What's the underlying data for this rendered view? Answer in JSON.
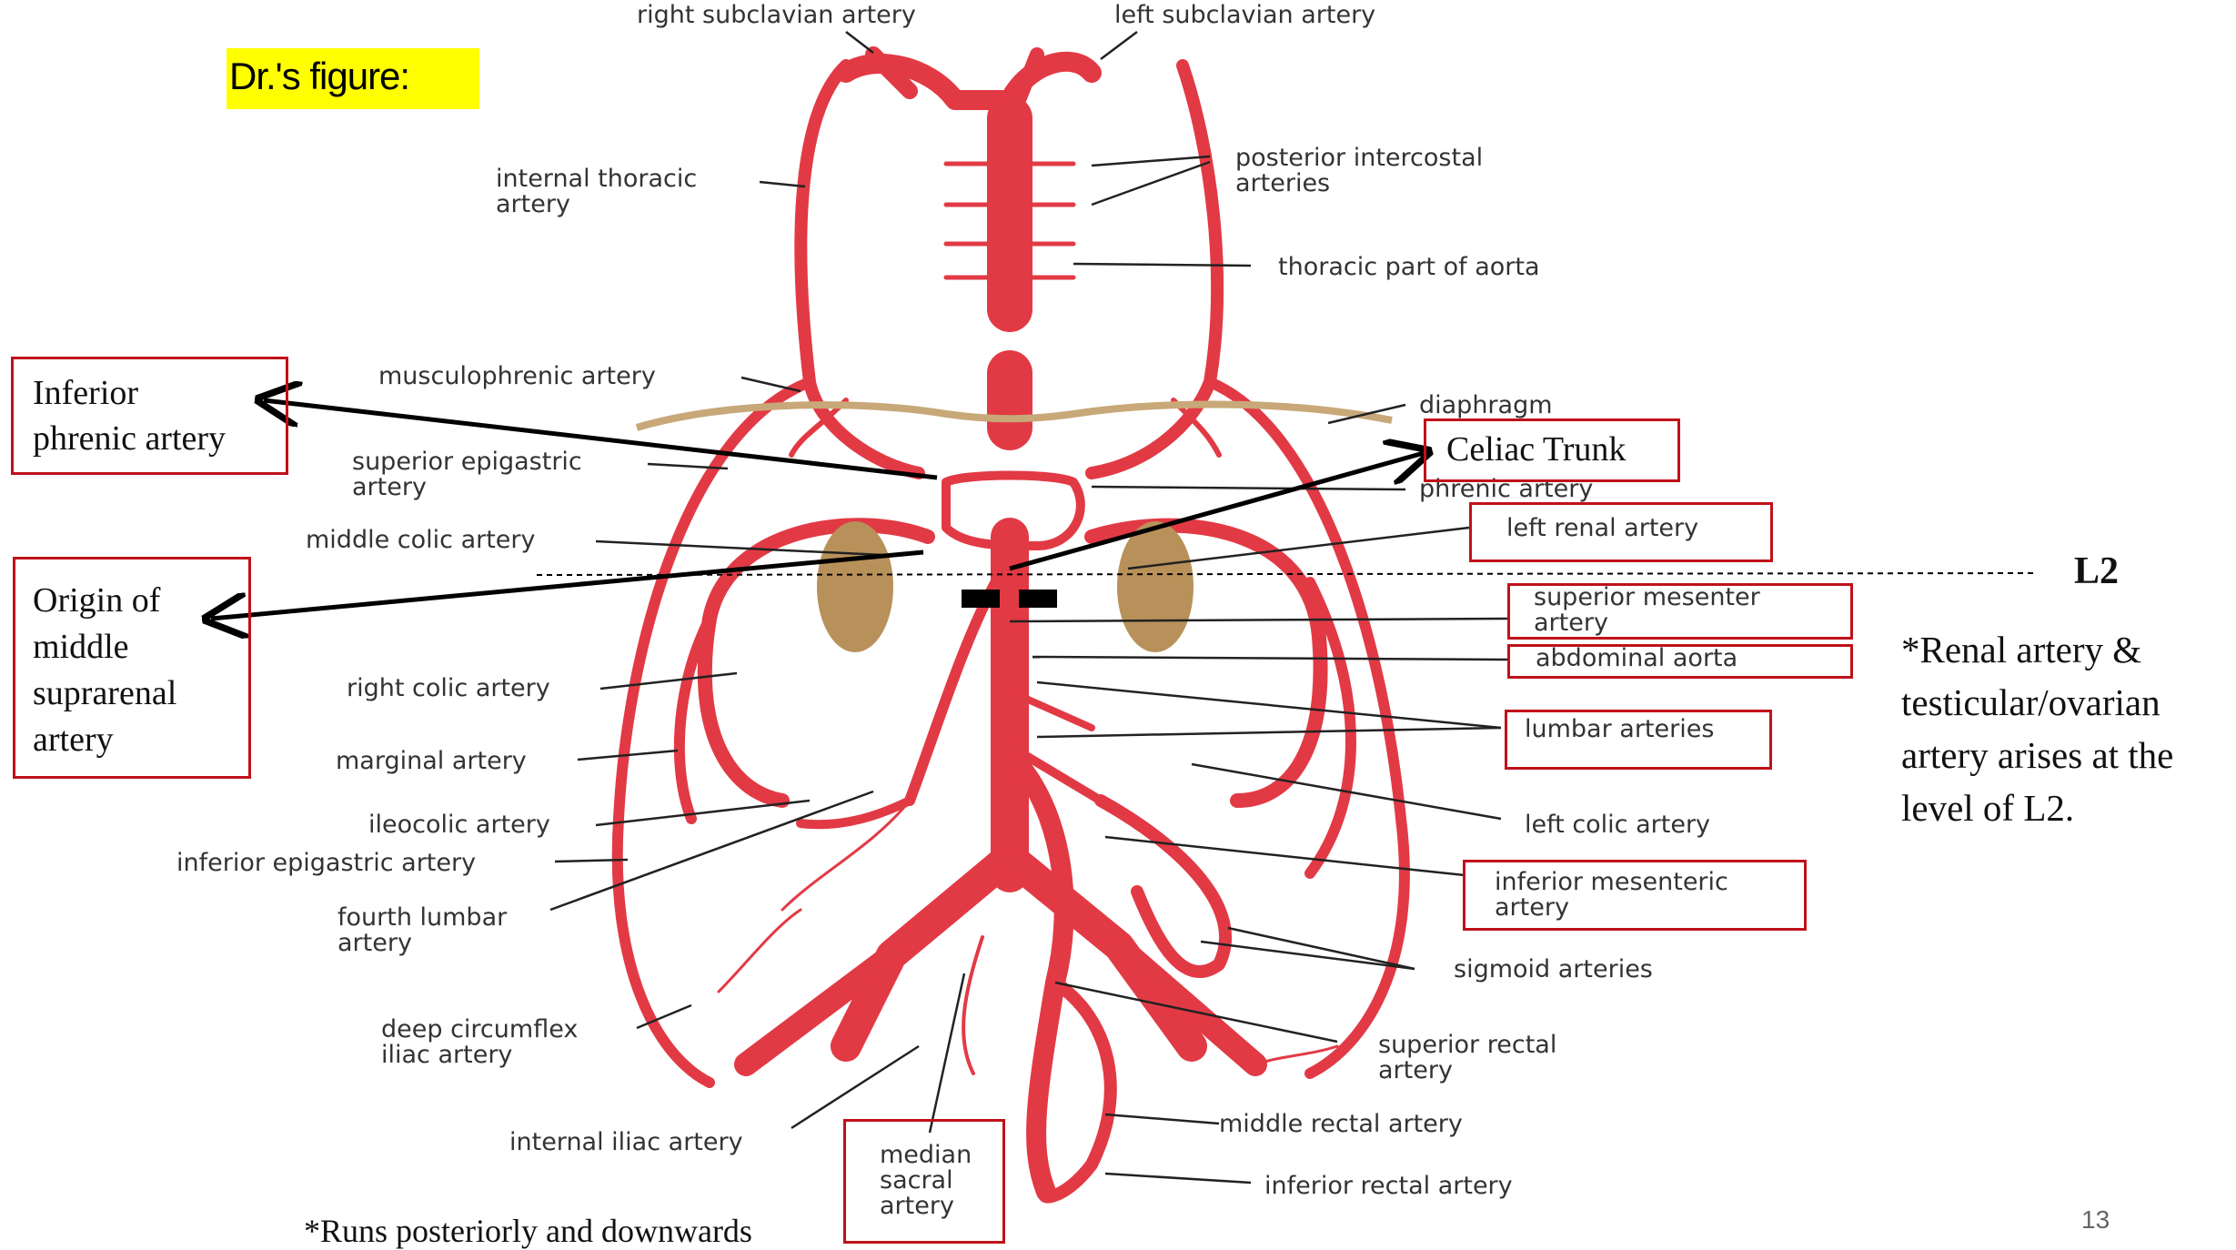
{
  "slide": {
    "heading": "Dr.'s figure:",
    "page_number": "13",
    "highlight_color": "#ffff00",
    "artery_color": "#e23a45",
    "kidney_color": "#b8915a",
    "box_color": "#c0111a"
  },
  "labels": {
    "right_subclavian": "right subclavian artery",
    "left_subclavian": "left subclavian artery",
    "internal_thoracic": "internal thoracic\nartery",
    "posterior_intercostal": "posterior intercostal\narteries",
    "thoracic_aorta": "thoracic part of aorta",
    "musculophrenic": "musculophrenic artery",
    "diaphragm": "diaphragm",
    "superior_epigastric": "superior epigastric\nartery",
    "phrenic": "phrenic artery",
    "middle_colic": "middle colic artery",
    "left_renal": "left renal artery",
    "superior_mesenteric": "superior mesenter\nartery",
    "abdominal_aorta": "abdominal aorta",
    "right_colic": "right colic artery",
    "lumbar": "lumbar arteries",
    "marginal": "marginal artery",
    "left_colic": "left colic artery",
    "ileocolic": "ileocolic artery",
    "inferior_epigastric": "inferior epigastric artery",
    "inferior_mesenteric": "inferior mesenteric\nartery",
    "fourth_lumbar": "fourth lumbar\nartery",
    "sigmoid": "sigmoid arteries",
    "deep_circumflex": "deep circumflex\niliac artery",
    "superior_rectal": "superior rectal\nartery",
    "middle_rectal": "middle rectal artery",
    "internal_iliac": "internal iliac artery",
    "median_sacral": "median\nsacral\nartery",
    "inferior_rectal": "inferior rectal artery"
  },
  "annotations": {
    "inferior_phrenic": "Inferior\nphrenic artery",
    "celiac_trunk": "Celiac Trunk",
    "middle_suprarenal": "Origin of\nmiddle\nsuprarenal\nartery",
    "l2": "L2",
    "renal_note": "*Renal artery &\ntesticular/ovarian\nartery arises at the\nlevel of L2.",
    "runs_note": "*Runs posteriorly and downwards"
  }
}
